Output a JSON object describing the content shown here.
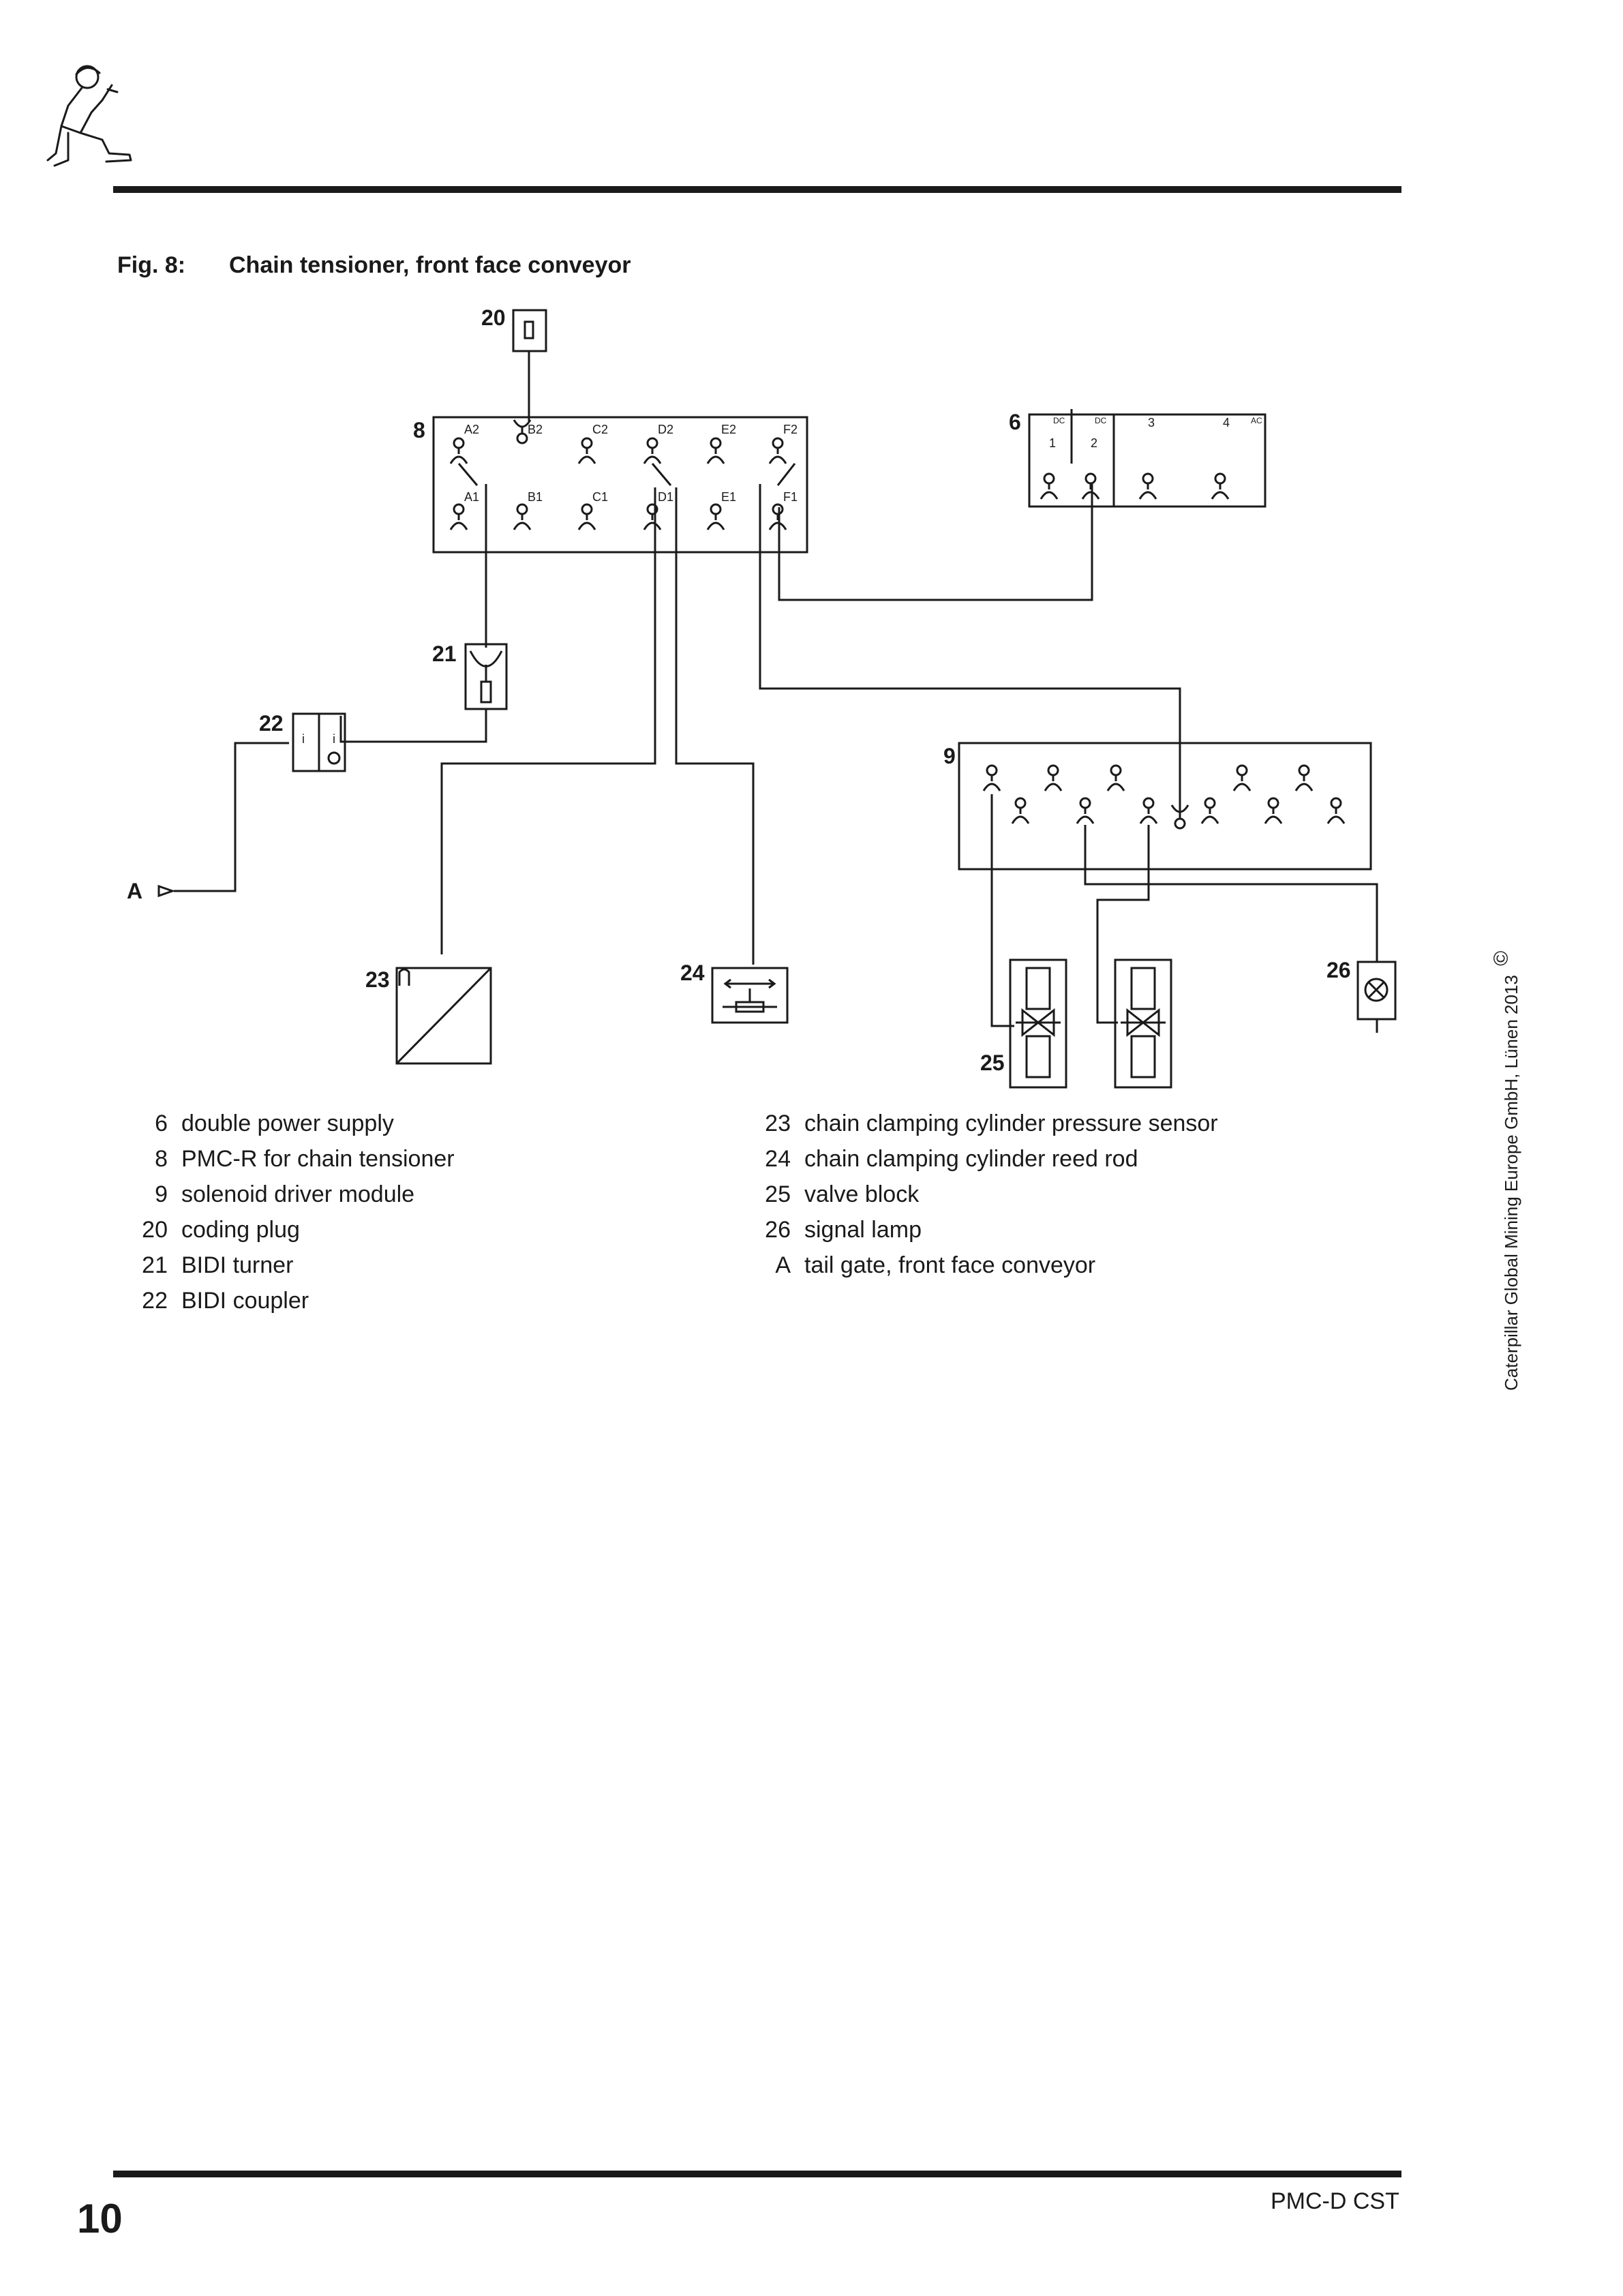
{
  "header": {
    "icon": "worker-with-tool-icon"
  },
  "figure": {
    "number": "Fig. 8:",
    "title": "Chain tensioner, front face conveyor",
    "callouts": {
      "c20": "20",
      "c8": "8",
      "c6": "6",
      "c21": "21",
      "c22": "22",
      "c9": "9",
      "cA": "A",
      "c23": "23",
      "c24": "24",
      "c25": "25",
      "c26": "26"
    },
    "pmc_pins_top": [
      "A2",
      "B2",
      "C2",
      "D2",
      "E2",
      "F2"
    ],
    "pmc_pins_bottom": [
      "A1",
      "B1",
      "C1",
      "D1",
      "E1",
      "F1"
    ],
    "psu_labels": {
      "dc1": "DC",
      "dc2": "DC",
      "ac": "AC",
      "ch1": "1",
      "ch2": "2",
      "ch3": "3",
      "ch4": "4"
    },
    "coupler_labels": {
      "left": "i",
      "right": "i"
    }
  },
  "legend": {
    "left": [
      {
        "num": "6",
        "text": "double power supply"
      },
      {
        "num": "8",
        "text": "PMC-R for chain tensioner"
      },
      {
        "num": "9",
        "text": "solenoid driver module"
      },
      {
        "num": "20",
        "text": "coding plug"
      },
      {
        "num": "21",
        "text": "BIDI turner"
      },
      {
        "num": "22",
        "text": "BIDI coupler"
      }
    ],
    "right": [
      {
        "num": "23",
        "text": "chain clamping cylinder pressure sensor"
      },
      {
        "num": "24",
        "text": "chain clamping cylinder reed rod"
      },
      {
        "num": "25",
        "text": "valve block"
      },
      {
        "num": "26",
        "text": "signal lamp"
      },
      {
        "num": "A",
        "text": "tail gate, front face conveyor"
      }
    ]
  },
  "copyright": "Caterpillar Global Mining Europe GmbH, Lünen 2013",
  "copyright_symbol": "©",
  "footer": {
    "page_number": "10",
    "doc_title": "PMC-D CST"
  }
}
